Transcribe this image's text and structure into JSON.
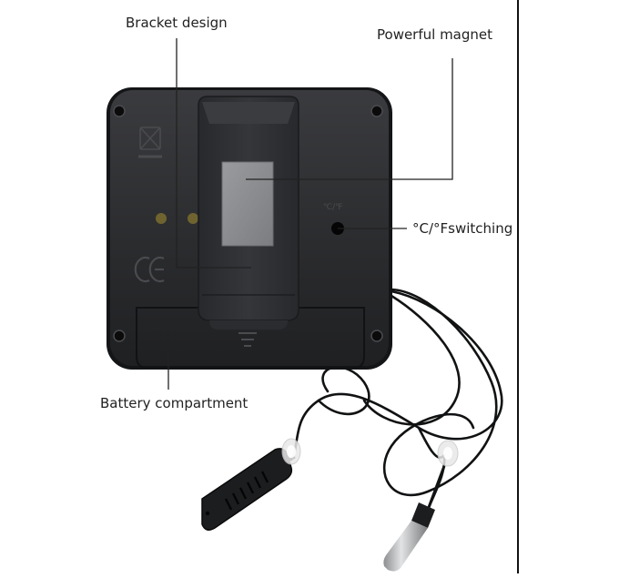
{
  "annotations": {
    "bracket": "Bracket design",
    "magnet": "Powerful magnet",
    "switch": "°C/°Fswitching",
    "battery": "Battery compartment"
  },
  "device": {
    "button_marking": "℃/℉",
    "certification_mark": "CE"
  },
  "colors": {
    "device_body": "#26272a",
    "bracket": "#2e3034",
    "magnet_plate": "#8c8d90",
    "leader_lines": "#222222"
  }
}
